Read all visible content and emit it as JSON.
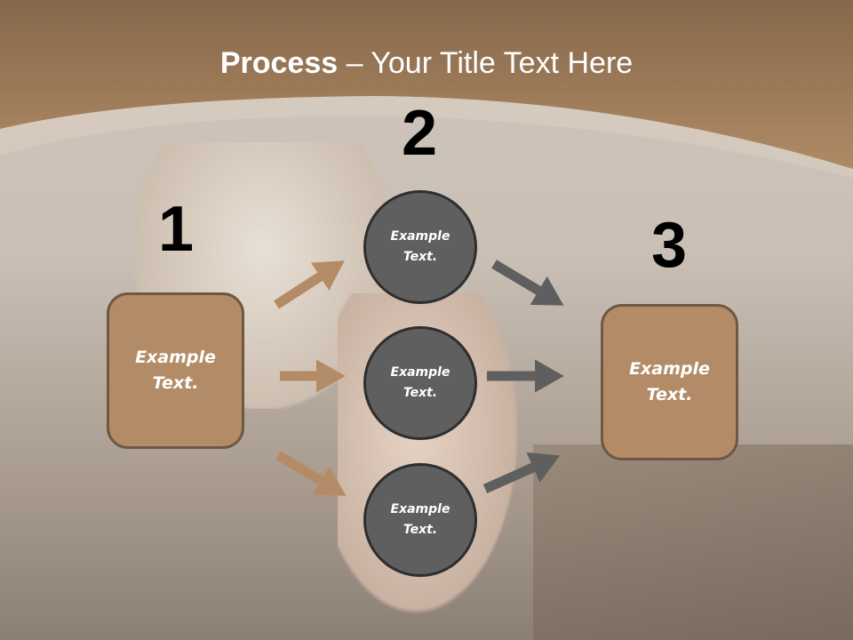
{
  "title": {
    "bold": "Process",
    "rest": " – Your Title Text Here"
  },
  "steps": [
    {
      "number": "1"
    },
    {
      "number": "2"
    },
    {
      "number": "3"
    }
  ],
  "box1": {
    "line1": "Example",
    "line2": "Text."
  },
  "box3": {
    "line1": "Example",
    "line2": "Text."
  },
  "circles": [
    {
      "line1": "Example",
      "line2": "Text."
    },
    {
      "line1": "Example",
      "line2": "Text."
    },
    {
      "line1": "Example",
      "line2": "Text."
    }
  ],
  "colors": {
    "brown": "#b38c67",
    "gray": "#5f5f5f",
    "header": "#8f6f4f"
  }
}
